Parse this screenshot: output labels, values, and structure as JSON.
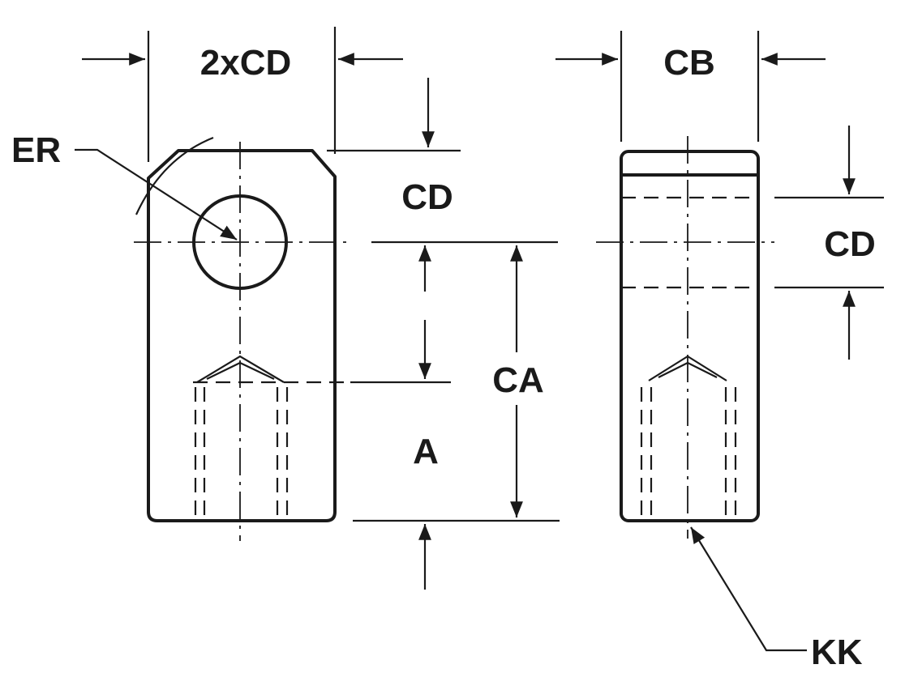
{
  "labels": {
    "two_x_cd": "2xCD",
    "cb": "CB",
    "er": "ER",
    "cd_left": "CD",
    "cd_right": "CD",
    "ca": "CA",
    "a": "A",
    "kk": "KK"
  },
  "colors": {
    "ink": "#1a1a1a",
    "paper": "#ffffff"
  }
}
